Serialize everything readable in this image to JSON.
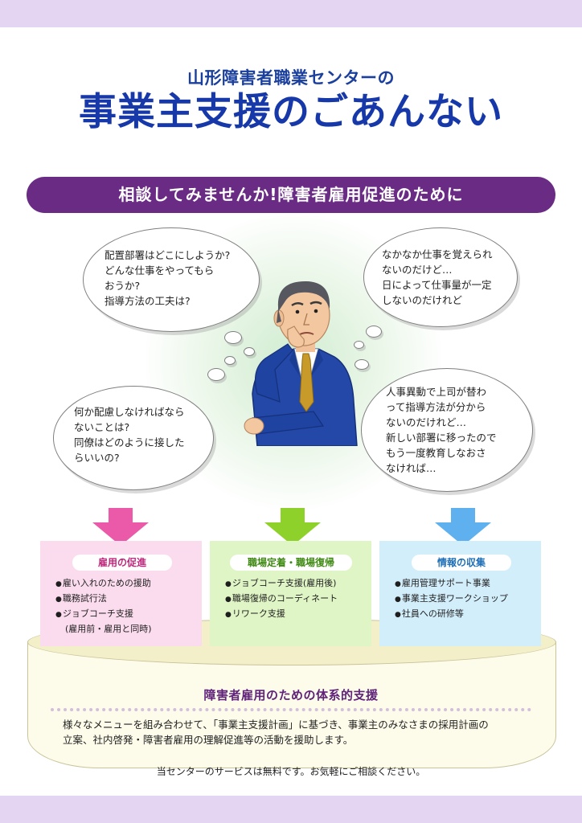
{
  "header": {
    "subtitle": "山形障害者職業センターの",
    "title": "事業主支援のごあんない"
  },
  "banner": {
    "text": "相談してみませんか!障害者雇用促進のために"
  },
  "bubbles": {
    "top_left": [
      "配置部署はどこにしようか?",
      "どんな仕事をやってもら",
      "おうか?",
      "指導方法の工夫は?"
    ],
    "top_right": [
      "なかなか仕事を覚えられ",
      "ないのだけど…",
      "日によって仕事量が一定",
      "しないのだけれど"
    ],
    "bottom_left": [
      "何か配慮しなければなら",
      "ないことは?",
      "同僚はどのように接した",
      "らいいの?"
    ],
    "bottom_right": [
      "人事異動で上司が替わ",
      "って指導方法が分から",
      "ないのだけれど…",
      "新しい部署に移ったので",
      "もう一度教育しなおさ",
      "なければ…"
    ]
  },
  "panels": [
    {
      "title": "雇用の促進",
      "items": [
        "雇い入れのための援助",
        "職務試行法",
        "ジョブコーチ支援"
      ],
      "note": "(雇用前・雇用と同時)"
    },
    {
      "title": "職場定着・職場復帰",
      "items": [
        "ジョブコーチ支援(雇用後)",
        "職場復帰のコーディネート",
        "リワーク支援"
      ]
    },
    {
      "title": "情報の収集",
      "items": [
        "雇用管理サポート事業",
        "事業主支援ワークショップ",
        "社員への研修等"
      ]
    }
  ],
  "system": {
    "title": "障害者雇用のための体系的支援",
    "description": [
      "様々なメニューを組み合わせて、「事業主支援計画」に基づき、事業主のみなさまの採用計画の",
      "立案、社内啓発・障害者雇用の理解促進等の活動を援助します。"
    ]
  },
  "footer": {
    "note": "当センターのサービスは無料です。お気軽にご相談ください。"
  },
  "colors": {
    "title_blue": "#1638a8",
    "banner_purple": "#6a2b84",
    "panel1": "#fbdcee",
    "panel2": "#e0f5c6",
    "panel3": "#d3eefb",
    "arrow_pink": "#ea5aa8",
    "arrow_green": "#8fd12b",
    "arrow_blue": "#5fb0ee"
  },
  "icons": [
    "worried-businessman-illustration",
    "pink-down-arrow",
    "green-down-arrow",
    "blue-down-arrow"
  ]
}
